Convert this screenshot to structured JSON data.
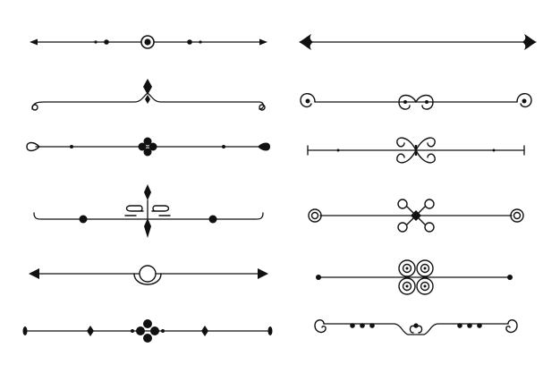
{
  "ink_color": "#111111",
  "background_color": "#ffffff",
  "dividers": [
    {
      "name": "arrow-dots-ring-divider",
      "icon": "arrow-ring-divider"
    },
    {
      "name": "fleur-de-lis-divider",
      "icon": "fleur-divider"
    },
    {
      "name": "teardrop-quatrefoil-divider",
      "icon": "teardrop-divider"
    },
    {
      "name": "scroll-spear-divider",
      "icon": "scroll-divider"
    },
    {
      "name": "arrow-half-ring-divider",
      "icon": "half-ring-divider"
    },
    {
      "name": "diamond-beads-divider",
      "icon": "beads-divider"
    },
    {
      "name": "spear-tip-divider",
      "icon": "spear-divider"
    },
    {
      "name": "spiral-swirl-divider",
      "icon": "spiral-divider"
    },
    {
      "name": "butterfly-scroll-divider",
      "icon": "butterfly-divider"
    },
    {
      "name": "spiral-lattice-divider",
      "icon": "lattice-divider"
    },
    {
      "name": "quad-spiral-divider",
      "icon": "quad-spiral-divider"
    },
    {
      "name": "curl-dots-divider",
      "icon": "curl-dots-divider"
    }
  ]
}
